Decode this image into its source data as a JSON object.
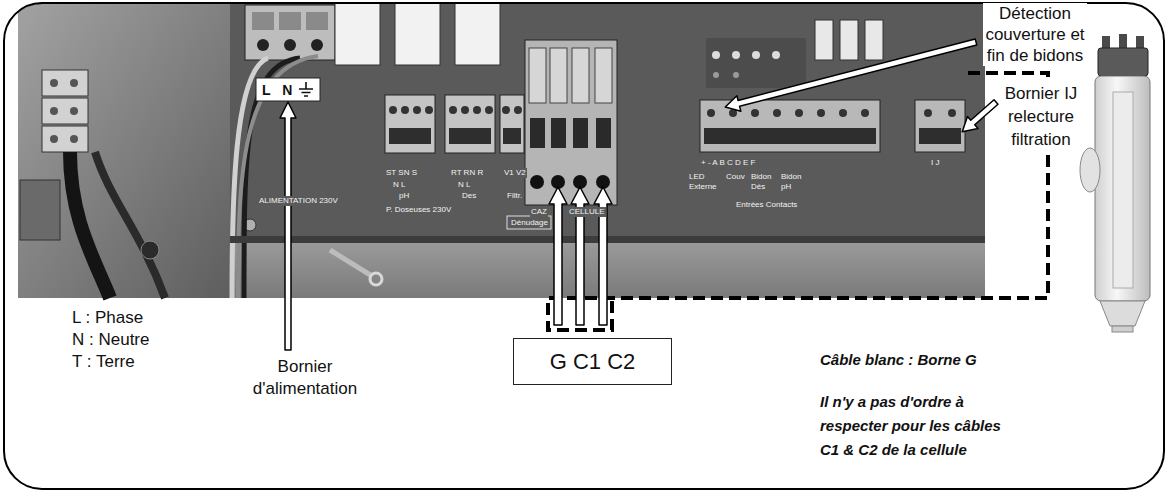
{
  "diagram": {
    "nodes": [
      {
        "text": [
          "G C1 C2"
        ]
      }
    ],
    "labels": [
      "Détection couverture et fin de bidons",
      "Bornier IJ relecture filtration",
      "L : Phase",
      "N : Neutre",
      "T : Terre",
      "Bornier d'alimentation",
      "Câble blanc : Borne G",
      "Il n'y a pas d'ordre à respecter pour les câbles C1 & C2 de la cellule",
      "L N",
      "ALIMENTATION 230V",
      "ST SN S",
      "N L",
      "pH",
      "P. Doseuses 230V",
      "RT RN R",
      "N L",
      "Des",
      "V1 V2",
      "Filtr.",
      "Dénudage",
      "CAZ",
      "CELLULE",
      "+ - A B C D E F",
      "LED Externe",
      "Couv",
      "Bidon Dés",
      "Bidon pH",
      "Entrées Contacts",
      "I J"
    ]
  }
}
